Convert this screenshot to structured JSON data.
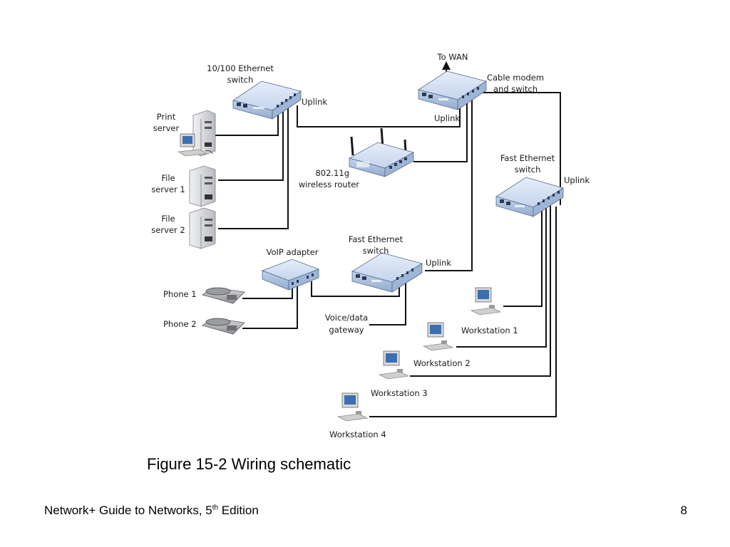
{
  "labels": {
    "to_wan": "To WAN",
    "cable_modem_line1": "Cable modem",
    "cable_modem_line2": "and switch",
    "eth_switch_line1": "10/100 Ethernet",
    "eth_switch_line2": "switch",
    "uplink": "Uplink",
    "print_server_line1": "Print",
    "print_server_line2": "server",
    "file_server1_line1": "File",
    "file_server1_line2": "server 1",
    "file_server2_line1": "File",
    "file_server2_line2": "server 2",
    "router_line1": "802.11g",
    "router_line2": "wireless router",
    "fast_eth_right_line1": "Fast Ethernet",
    "fast_eth_right_line2": "switch",
    "fast_eth_mid_line1": "Fast Ethernet",
    "fast_eth_mid_line2": "switch",
    "voip_adapter": "VoIP adapter",
    "phone1": "Phone 1",
    "phone2": "Phone 2",
    "gateway_line1": "Voice/data",
    "gateway_line2": "gateway",
    "workstation1": "Workstation 1",
    "workstation2": "Workstation 2",
    "workstation3": "Workstation 3",
    "workstation4": "Workstation 4"
  },
  "caption": "Figure 15-2 Wiring schematic",
  "footer": {
    "title_main": "Network+ Guide to Networks, 5",
    "title_sup": "th",
    "title_end": " Edition",
    "page": "8"
  },
  "colors": {
    "device_top": "#d6e3f3",
    "device_side": "#a9bfdc",
    "device_dark": "#2a3a55",
    "wire": "#111111"
  }
}
